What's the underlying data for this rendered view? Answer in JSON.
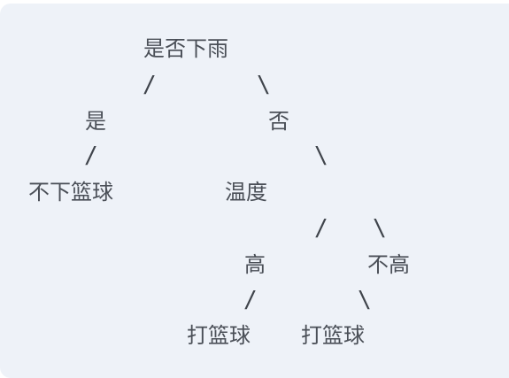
{
  "tree": {
    "root": {
      "label": "是否下雨"
    },
    "branch_yes": {
      "label": "是"
    },
    "branch_no": {
      "label": "否"
    },
    "leaf_no_basketball": {
      "label": "不下篮球"
    },
    "temperature": {
      "label": "温度"
    },
    "temp_high": {
      "label": "高"
    },
    "temp_not_high": {
      "label": "不高"
    },
    "leaf_play_1": {
      "label": "打篮球"
    },
    "leaf_play_2": {
      "label": "打篮球"
    }
  },
  "edges": {
    "left": "/",
    "right": "\\"
  }
}
